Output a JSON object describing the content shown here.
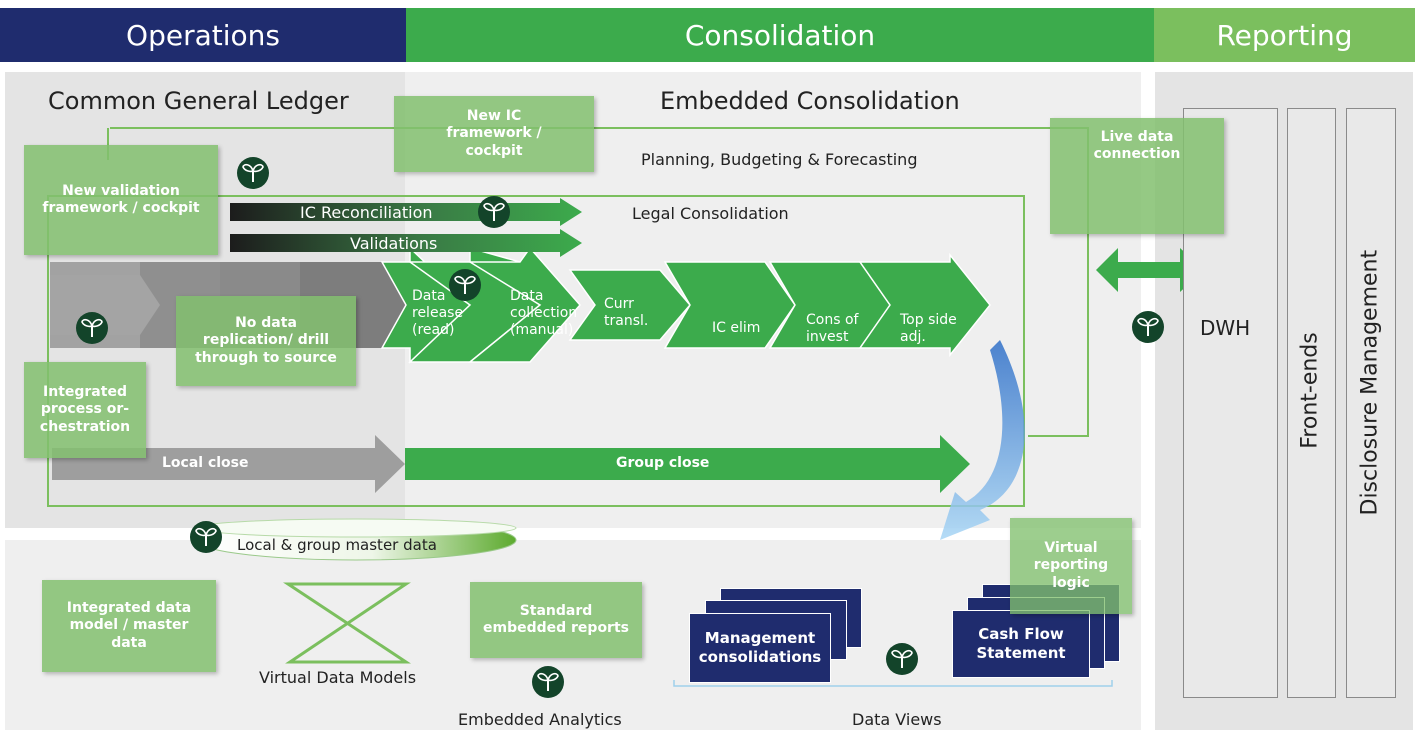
{
  "headers": {
    "operations": "Operations",
    "consolidation": "Consolidation",
    "reporting": "Reporting"
  },
  "colors": {
    "navy": "#1f2c6e",
    "green": "#3cab4c",
    "light_green": "#7bbf5e",
    "panel_grey": "#ededed"
  },
  "sections": {
    "common_gl": "Common General Ledger",
    "embedded_consolidation": "Embedded Consolidation"
  },
  "boxes": {
    "new_ic": "New IC framework / cockpit",
    "new_validation": "New validation framework / cockpit",
    "no_data_replication": "No data replication/ drill through to source",
    "integrated_process": "Integrated process or-chestration",
    "live_data": "Live data connection",
    "integrated_data_model": "Integrated data model / master data",
    "standard_reports": "Standard embedded reports",
    "virtual_reporting": "Virtual reporting logic"
  },
  "labels": {
    "pbf": "Planning, Budgeting & Forecasting",
    "legal_consolidation": "Legal Consolidation",
    "ic_reconciliation": "IC Reconciliation",
    "validations": "Validations",
    "local_close": "Local close",
    "group_close": "Group close",
    "master_data": "Local & group master data",
    "virtual_data_models": "Virtual Data Models",
    "embedded_analytics": "Embedded Analytics",
    "data_views": "Data Views",
    "dwh": "DWH",
    "front_ends": "Front-ends",
    "disclosure": "Disclosure Management"
  },
  "steps": [
    {
      "text": "Data release (read)"
    },
    {
      "text": "Data collection (manual)"
    },
    {
      "text": "Curr transl."
    },
    {
      "text": "IC elim"
    },
    {
      "text": "Cons of invest"
    },
    {
      "text": "Top side adj."
    }
  ],
  "stacks": {
    "management": "Management consolidations",
    "cash_flow": "Cash Flow Statement"
  },
  "icons": [
    "plant-icon",
    "bowtie-icon",
    "double-arrow-icon",
    "curved-arrow-icon"
  ]
}
